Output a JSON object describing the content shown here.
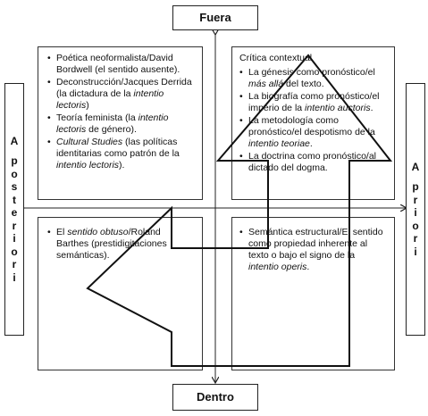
{
  "top_label": "Fuera",
  "bottom_label": "Dentro",
  "left_label": "A posteriori",
  "right_label": "A priori",
  "quadrants": {
    "top_left": {
      "items": [
        [
          "Poética neoformalista/David Bordwell (el sentido ausente)."
        ],
        [
          "Deconstrucción/Jacques Derrida (la dictadura de la ",
          {
            "i": "intentio lectoris"
          },
          ")"
        ],
        [
          "Teoría feminista (la ",
          {
            "i": "intentio lectoris"
          },
          " de género)."
        ],
        [
          {
            "i": "Cultural Studies"
          },
          " (las políticas identitarias como patrón de la ",
          {
            "i": "intentio lectoris"
          },
          ")."
        ]
      ]
    },
    "top_right": {
      "title": "Crítica contextual",
      "items": [
        [
          "La génesis como pronóstico/el ",
          {
            "i": "más allá"
          },
          " del texto."
        ],
        [
          "La biografía como pronóstico/el imperio de la ",
          {
            "i": "intentio auctoris"
          },
          "."
        ],
        [
          "La metodología como pronóstico/el despotismo de la ",
          {
            "i": "intentio teoriae"
          },
          "."
        ],
        [
          "La doctrina como pronóstico/al dictado del dogma."
        ]
      ]
    },
    "bottom_left": {
      "items": [
        [
          "El ",
          {
            "i": "sentido obtuso"
          },
          "/Roland Barthes (prestidigitaciones semánticas)."
        ]
      ]
    },
    "bottom_right": {
      "items": [
        [
          "Semántica estructural/El sentido como propiedad inherente al texto o bajo el signo de la ",
          {
            "i": "intentio operis"
          },
          "."
        ]
      ]
    }
  }
}
